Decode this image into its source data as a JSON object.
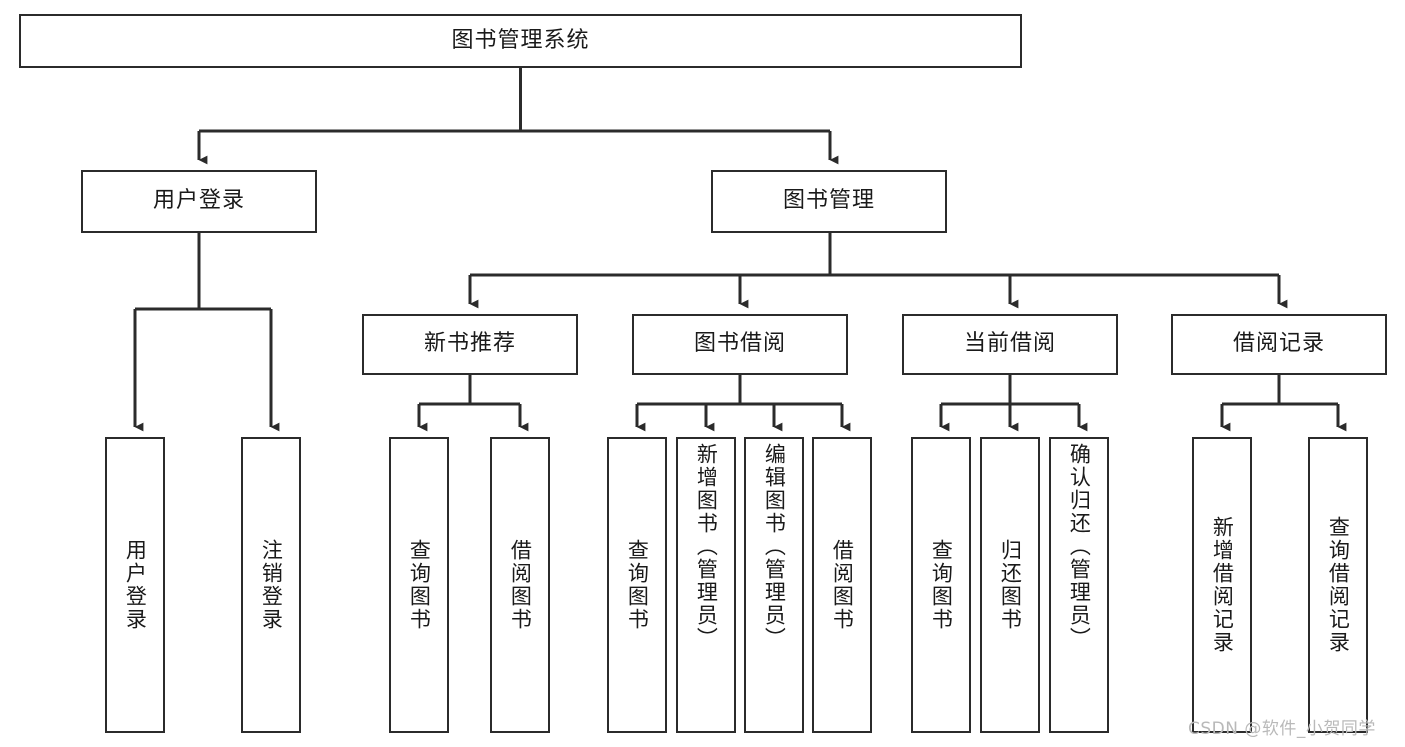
{
  "diagram": {
    "type": "tree-hierarchy",
    "title": "图书管理系统",
    "watermark": "CSDN @软件_小贺同学",
    "colors": {
      "stroke": "#2b2b2b",
      "fill": "#ffffff",
      "text": "#1a1a1a",
      "watermark": "#b9b9b9"
    },
    "root": {
      "label": "图书管理系统"
    },
    "level1": [
      {
        "label": "用户登录"
      },
      {
        "label": "图书管理"
      }
    ],
    "level2": [
      {
        "label": "新书推荐"
      },
      {
        "label": "图书借阅"
      },
      {
        "label": "当前借阅"
      },
      {
        "label": "借阅记录"
      }
    ],
    "leaves": {
      "user_login": [
        {
          "label": "用户登录"
        },
        {
          "label": "注销登录"
        }
      ],
      "new_book_recommend": [
        {
          "label": "查询图书"
        },
        {
          "label": "借阅图书"
        }
      ],
      "book_borrow": [
        {
          "label": "查询图书"
        },
        {
          "label": "新增图书（管理员）"
        },
        {
          "label": "编辑图书（管理员）"
        },
        {
          "label": "借阅图书"
        }
      ],
      "current_borrow": [
        {
          "label": "查询图书"
        },
        {
          "label": "归还图书"
        },
        {
          "label": "确认归还（管理员）"
        }
      ],
      "borrow_record": [
        {
          "label": "新增借阅记录"
        },
        {
          "label": "查询借阅记录"
        }
      ]
    }
  }
}
